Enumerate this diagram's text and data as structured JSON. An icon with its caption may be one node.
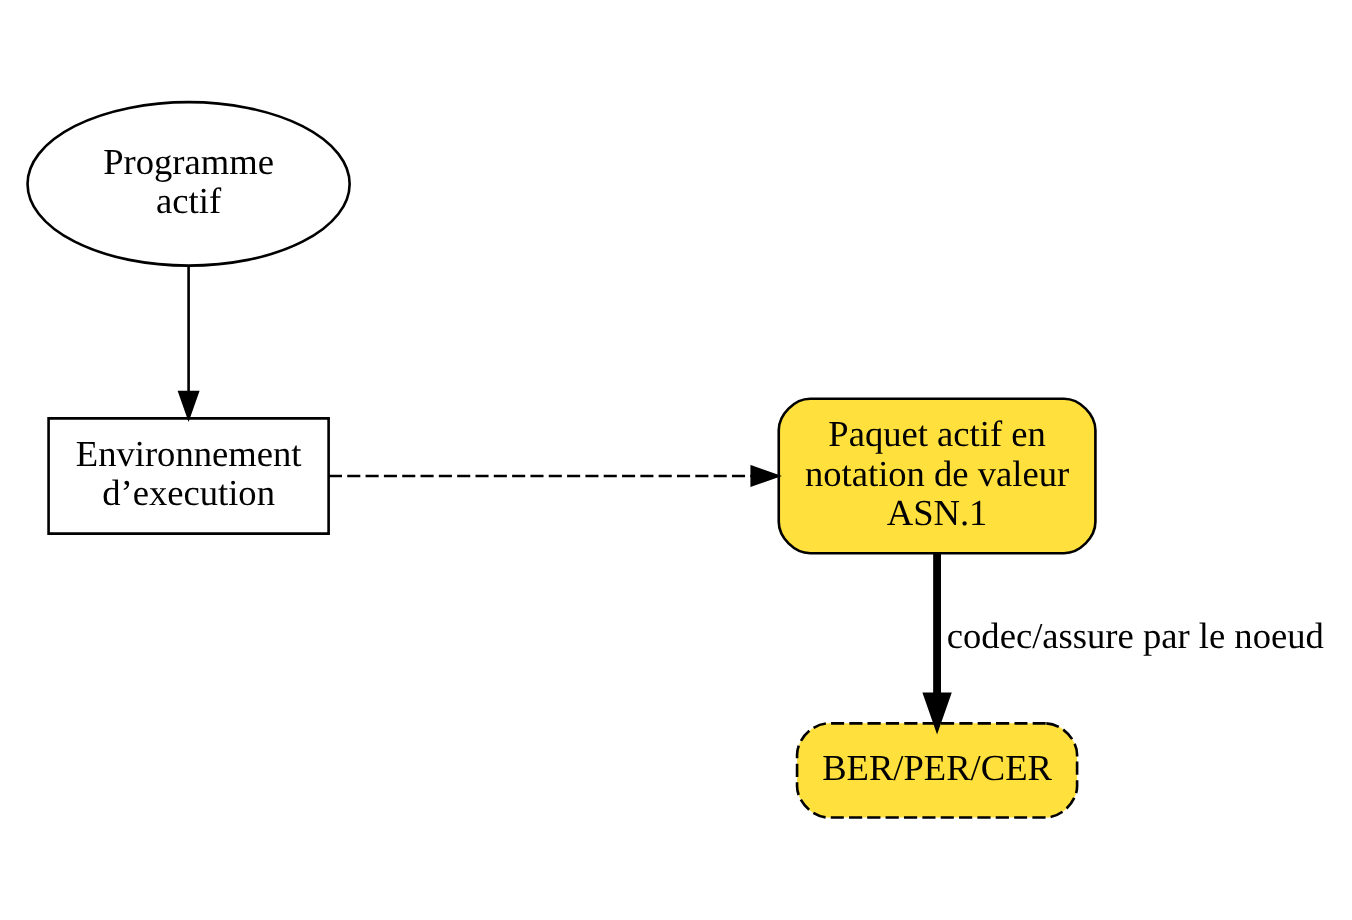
{
  "diagram": {
    "nodes": [
      {
        "text": [
          "Programme actif"
        ]
      },
      {
        "text": [
          "Environnement d’execution"
        ]
      },
      {
        "text": [
          "Paquet actif en notation de valeur ASN.1"
        ]
      },
      {
        "text": [
          "BER/PER/CER"
        ]
      }
    ],
    "edges": [
      {
        "from": 0,
        "to": 1,
        "arrow": "to"
      },
      {
        "from": 1,
        "to": 2,
        "arrow": "to",
        "style": "dashed"
      },
      {
        "from": 2,
        "to": 3,
        "arrow": "to",
        "style": "thick",
        "label": "codec/assure par le noeud"
      }
    ]
  }
}
